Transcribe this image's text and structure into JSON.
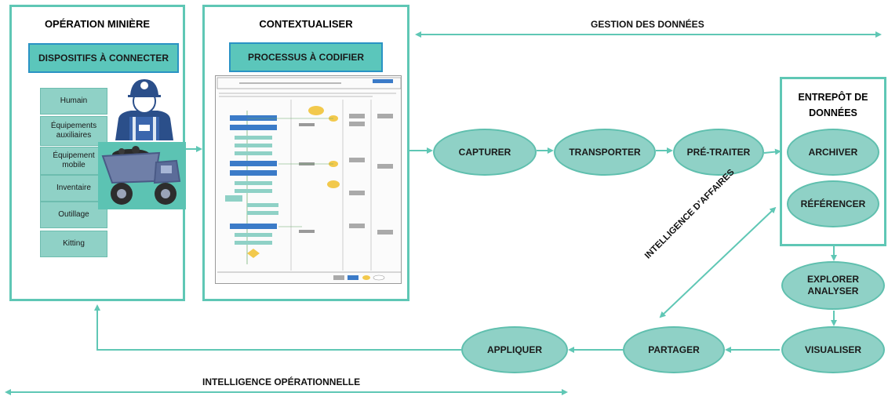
{
  "panels": {
    "mining": {
      "title": "OPÉRATION MINIÈRE",
      "devices_box": "DISPOSITIFS À CONNECTER",
      "items": [
        "Humain",
        "Équipements auxiliaires",
        "Équipement mobile",
        "Inventaire",
        "Outillage",
        "Kitting"
      ]
    },
    "contextualize": {
      "title": "CONTEXTUALISER",
      "process_box": "PROCESSUS À CODIFIER"
    },
    "warehouse": {
      "title_line1": "ENTREPÔT DE",
      "title_line2": "DONNÉES"
    }
  },
  "nodes": {
    "capture": "CAPTURER",
    "transport": "TRANSPORTER",
    "preprocess": "PRÉ-TRAITER",
    "archive": "ARCHIVER",
    "reference": "RÉFÉRENCER",
    "explore_line1": "EXPLORER",
    "explore_line2": "ANALYSER",
    "visualize": "VISUALISER",
    "share": "PARTAGER",
    "apply": "APPLIQUER"
  },
  "labels": {
    "data_management": "GESTION DES DONNÉES",
    "business_intelligence": "INTELLIGENCE D’AFFAIRES",
    "operational_intelligence": "INTELLIGENCE OPÉRATIONNELLE"
  },
  "colors": {
    "border": "#5fc7b5",
    "node_fill": "#8fd1c6",
    "box_fill": "#5bc6bb",
    "box_border": "#2a93c4",
    "arrow": "#5fc7b5"
  },
  "icons": [
    "miner-icon",
    "mining-truck-icon",
    "process-document-thumbnail"
  ]
}
